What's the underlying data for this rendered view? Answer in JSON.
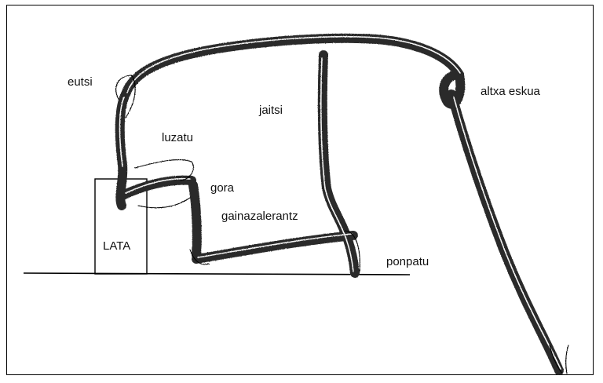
{
  "labels": {
    "eutsi": "eutsi",
    "luzatu": "luzatu",
    "jaitsi": "jaitsi",
    "gora": "gora",
    "gainazalerantz": "gainazalerantz",
    "lata": "LATA",
    "ponpatu": "ponpatu",
    "altxa_eskua": "altxa eskua"
  },
  "colors": {
    "stroke": "#2b2b2b",
    "highlight": "#ffffff",
    "outline": "#000000"
  }
}
